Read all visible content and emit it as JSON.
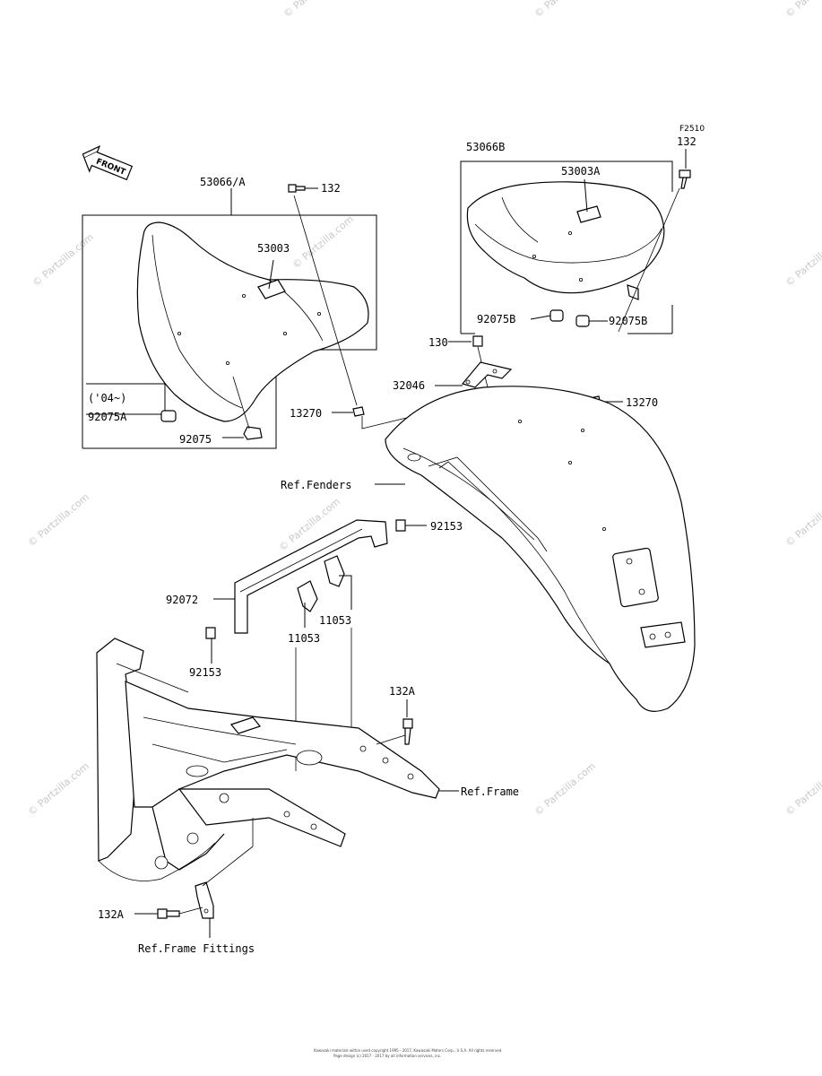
{
  "figure_code": "F2510",
  "front_arrow": "FRONT",
  "watermark": "© Partzilla.com",
  "footer": {
    "line1": "Kawasaki materials within used copyright 1995 - 2017, Kawasaki Motors Corp., U.S.A. All rights reserved.",
    "line2": "Page design (c) 2017 - 2017 by all information services, inc."
  },
  "labels": {
    "p53066A": "53066/A",
    "p132_top_left": "132",
    "p53003": "53003",
    "p04note": "('04~)",
    "p92075A": "92075A",
    "p92075": "92075",
    "p13270_left": "13270",
    "p53066B": "53066B",
    "p132_top_right": "132",
    "p53003A": "53003A",
    "p92075B_left": "92075B",
    "p92075B_right": "92075B",
    "p130": "130",
    "p32046": "32046",
    "p13270_right": "13270",
    "ref_fenders": "Ref.Fenders",
    "p92153_right": "92153",
    "p92072": "92072",
    "p11053_right": "11053",
    "p11053_left": "11053",
    "p92153_left": "92153",
    "p132A_right": "132A",
    "ref_frame": "Ref.Frame",
    "p132A_left": "132A",
    "ref_frame_fittings": "Ref.Frame Fittings"
  }
}
